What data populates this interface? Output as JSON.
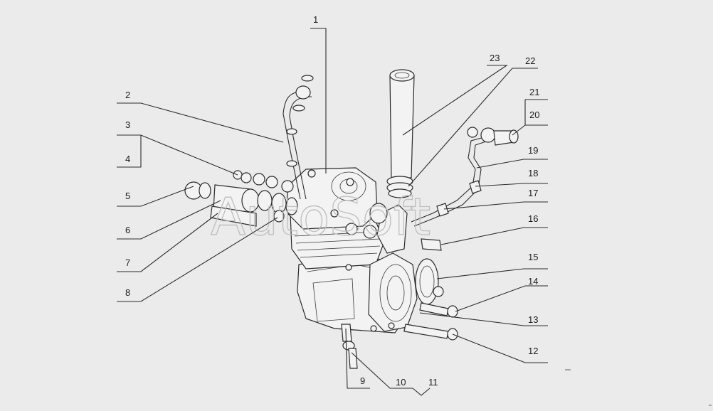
{
  "watermark": "AutoSoft",
  "callouts": [
    {
      "id": "c1",
      "label": "1"
    },
    {
      "id": "c2",
      "label": "2"
    },
    {
      "id": "c3",
      "label": "3"
    },
    {
      "id": "c4",
      "label": "4"
    },
    {
      "id": "c5",
      "label": "5"
    },
    {
      "id": "c6",
      "label": "6"
    },
    {
      "id": "c7",
      "label": "7"
    },
    {
      "id": "c8",
      "label": "8"
    },
    {
      "id": "c9",
      "label": "9"
    },
    {
      "id": "c10",
      "label": "10"
    },
    {
      "id": "c11",
      "label": "11"
    },
    {
      "id": "c12",
      "label": "12"
    },
    {
      "id": "c13",
      "label": "13"
    },
    {
      "id": "c14",
      "label": "14"
    },
    {
      "id": "c15",
      "label": "15"
    },
    {
      "id": "c16",
      "label": "16"
    },
    {
      "id": "c17",
      "label": "17"
    },
    {
      "id": "c18",
      "label": "18"
    },
    {
      "id": "c19",
      "label": "19"
    },
    {
      "id": "c20",
      "label": "20"
    },
    {
      "id": "c21",
      "label": "21"
    },
    {
      "id": "c22",
      "label": "22"
    },
    {
      "id": "c23",
      "label": "23"
    }
  ]
}
